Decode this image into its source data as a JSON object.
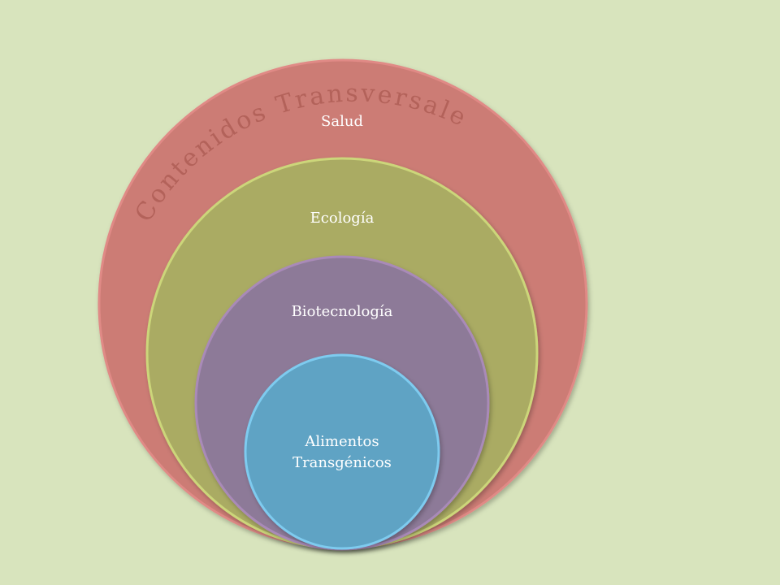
{
  "diagram": {
    "title": "Contenidos Transversales",
    "circles": [
      {
        "label": "Salud",
        "color": "#cc7b74",
        "stroke": "#e08a86"
      },
      {
        "label": "Ecología",
        "color": "#aaab64",
        "stroke": "#ccd67a"
      },
      {
        "label": "Biotecnología",
        "color": "#8d7a98",
        "stroke": "#a98ab8"
      },
      {
        "label_line1": "Alimentos",
        "label_line2": "Transgénicos",
        "color": "#5ea3c4",
        "stroke": "#7ecbef"
      }
    ]
  }
}
